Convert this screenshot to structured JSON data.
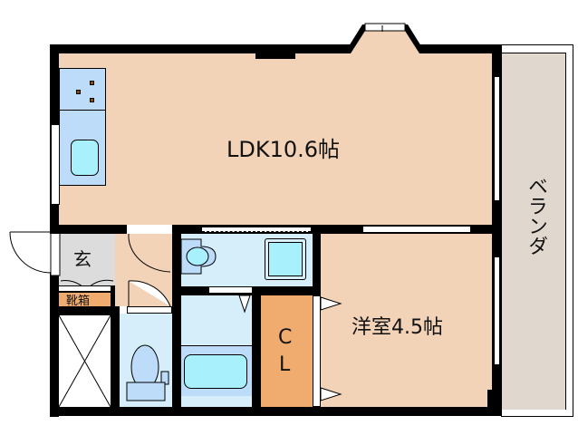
{
  "floorplan": {
    "rooms": {
      "ldk": {
        "label": "LDK10.6帖",
        "color": "#f2d3b7"
      },
      "western": {
        "label": "洋室4.5帖",
        "color": "#f2d3b7"
      },
      "closet": {
        "label_line1": "C",
        "label_line2": "L",
        "color": "#f0ac6e"
      },
      "genkan": {
        "label": "玄",
        "color": "#dcdcdc"
      },
      "shoebox": {
        "label": "靴箱",
        "color": "#f0ac6e"
      },
      "veranda": {
        "label": "ベランダ",
        "color": "#e0d7ce"
      }
    },
    "colors": {
      "wall": "#000000",
      "wet_area": "#d6eefa",
      "fixture": "#bcdcfa",
      "water": "#a8f0fc"
    }
  }
}
